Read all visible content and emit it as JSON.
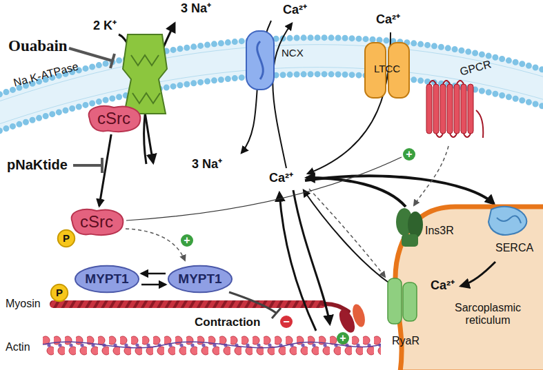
{
  "diagram": {
    "nodes": [
      {
        "text": [
          "Na,K-ATPase"
        ]
      },
      {
        "text": [
          "cSrc"
        ]
      },
      {
        "text": [
          "NCX"
        ]
      },
      {
        "text": [
          "LTCC"
        ]
      },
      {
        "text": [
          "GPCR"
        ]
      },
      {
        "text": [
          "cSrc"
        ]
      },
      {
        "text": [
          "P"
        ]
      },
      {
        "text": [
          "MYPT1"
        ]
      },
      {
        "text": [
          "P"
        ]
      },
      {
        "text": [
          "MYPT1"
        ]
      },
      {
        "text": [
          "Ca²⁺",
          "Sarcoplasmic reticulum"
        ]
      },
      {
        "text": [
          "Ins3R"
        ]
      },
      {
        "text": [
          "SERCA"
        ]
      },
      {
        "text": [
          "RyaR"
        ]
      }
    ],
    "edges": [
      {
        "from": 1,
        "to": 5,
        "arrow": "to"
      },
      {
        "from": 9,
        "to": 7,
        "arrow": "to"
      },
      {
        "from": 7,
        "to": 9,
        "arrow": "to"
      }
    ],
    "labels": [
      "Ouabain",
      "2 K⁺",
      "3 Na⁺",
      "Ca²⁺",
      "Ca²⁺",
      "pNaKtide",
      "3 Na⁺",
      "Ca²⁺",
      "+",
      "+",
      "−",
      "+",
      "Myosin",
      "Actin",
      "Contraction"
    ]
  }
}
